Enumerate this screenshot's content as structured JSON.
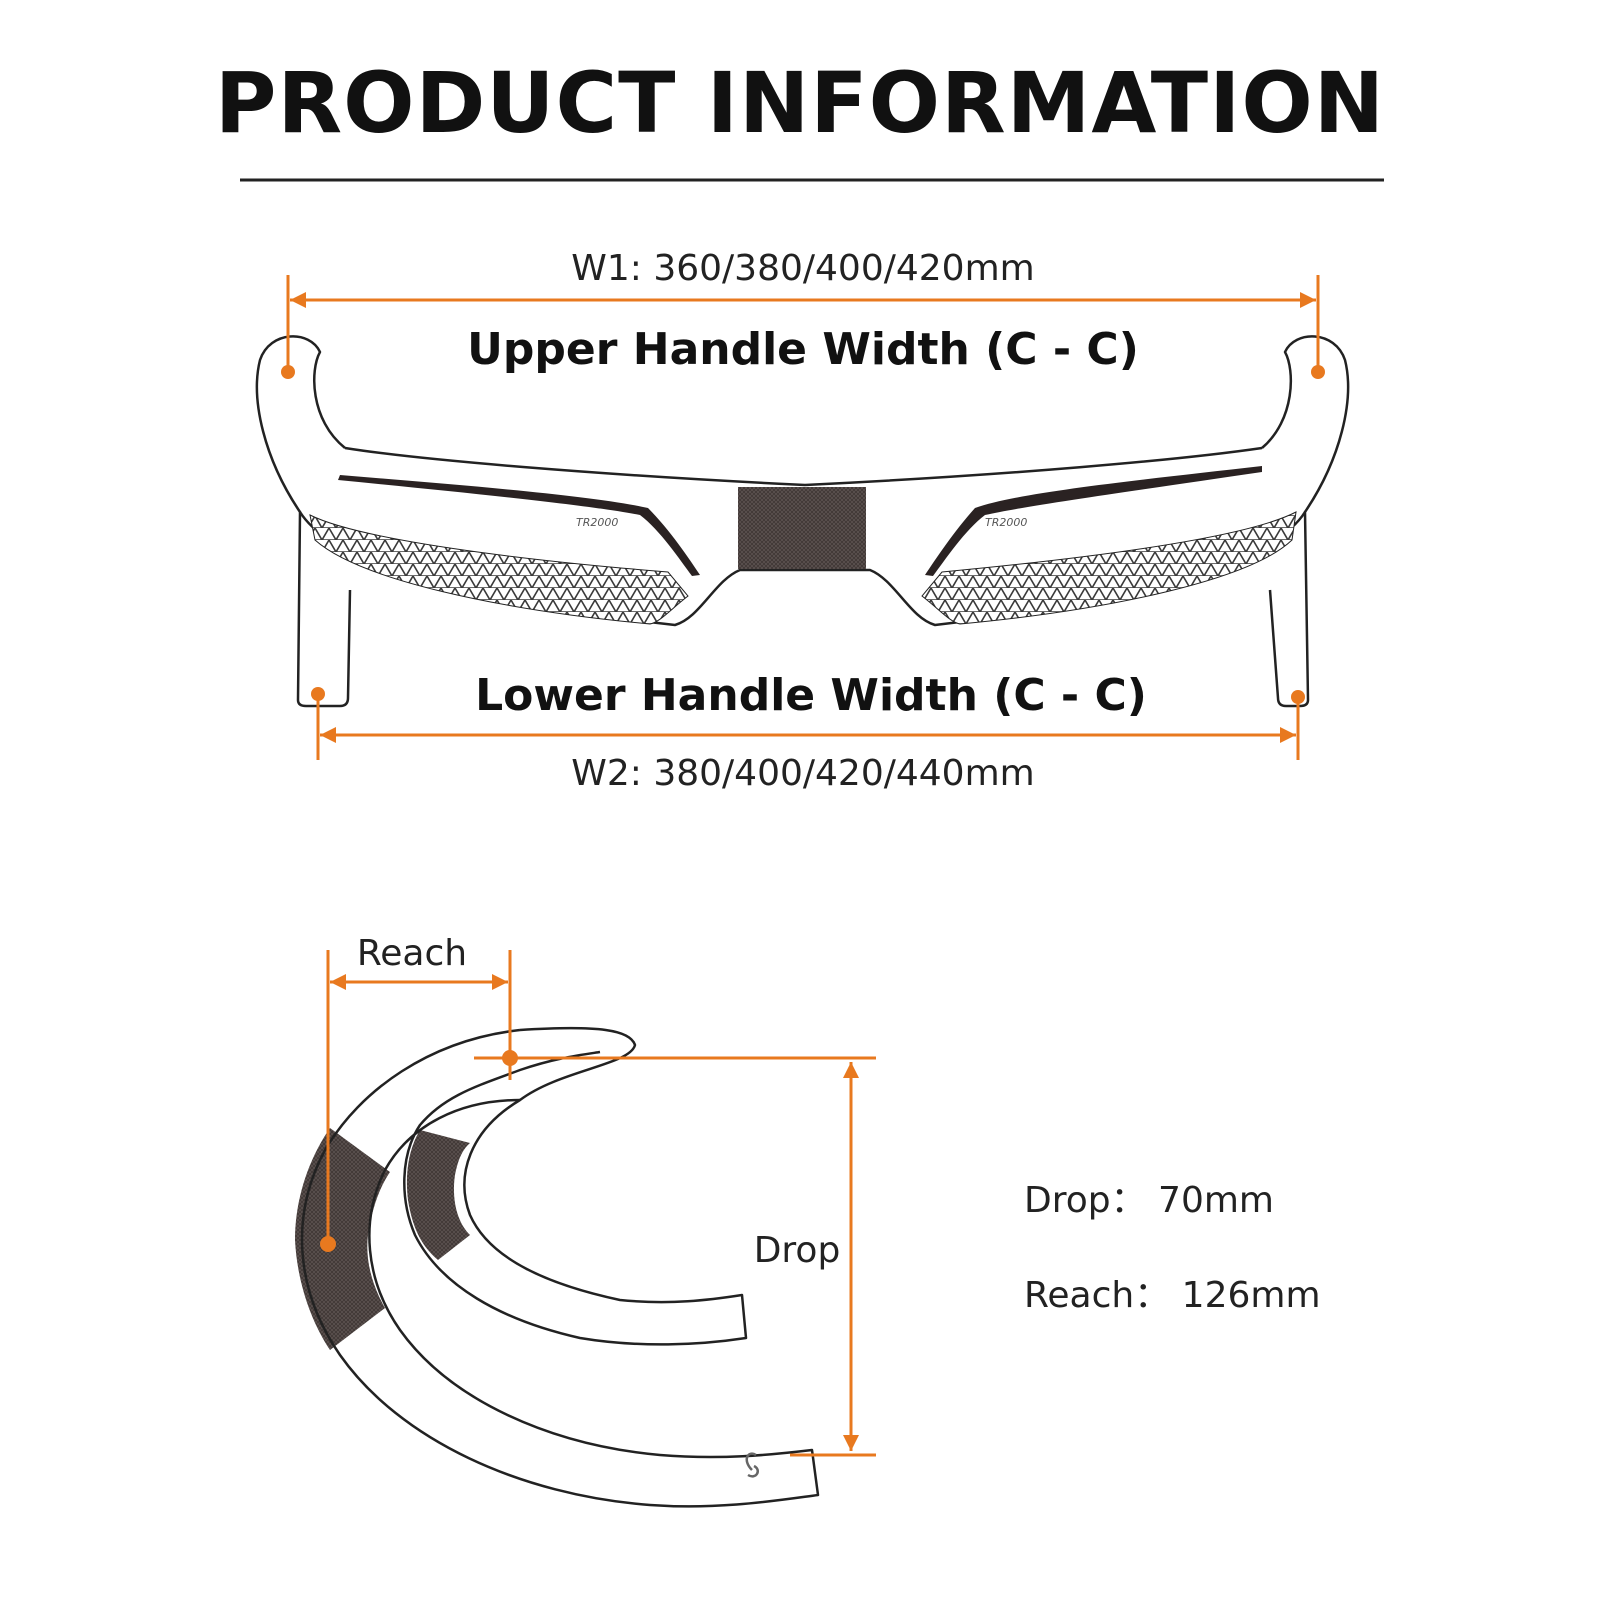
{
  "header": {
    "title": "PRODUCT INFORMATION"
  },
  "front_view": {
    "w1_label": "W1: 360/380/400/420mm",
    "upper_label": "Upper Handle Width (C - C)",
    "lower_label": "Lower Handle Width (C - C)",
    "w2_label": "W2: 380/400/420/440mm",
    "model_mark": "TR2000"
  },
  "side_view": {
    "reach_label": "Reach",
    "drop_label": "Drop"
  },
  "specs": {
    "drop": "Drop： 70mm",
    "reach": "Reach： 126mm"
  },
  "colors": {
    "accent": "#E8791F",
    "line": "#222222",
    "texture": "#5a5050"
  }
}
